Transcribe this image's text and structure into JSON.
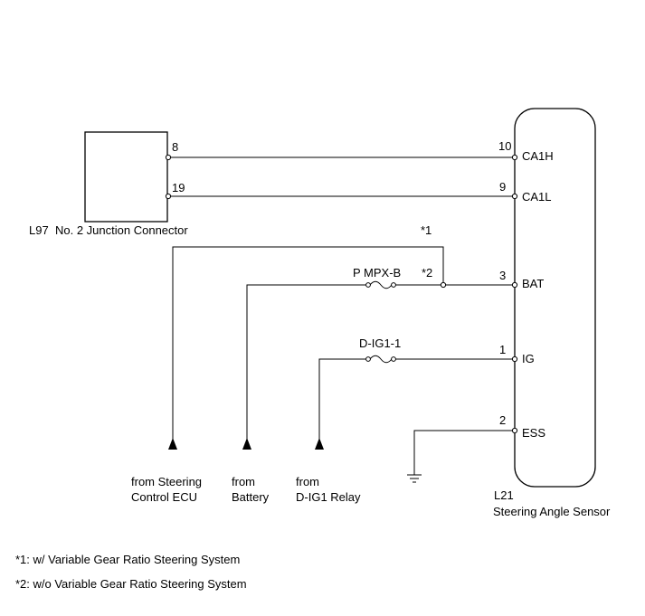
{
  "junction": {
    "code": "L97",
    "name": "No. 2 Junction Connector",
    "pins": [
      "8",
      "19"
    ]
  },
  "sensor": {
    "code": "L21",
    "name": "Steering Angle Sensor",
    "terminals": [
      {
        "pin": "10",
        "label": "CA1H"
      },
      {
        "pin": "9",
        "label": "CA1L"
      },
      {
        "pin": "3",
        "label": "BAT"
      },
      {
        "pin": "1",
        "label": "IG"
      },
      {
        "pin": "2",
        "label": "ESS"
      }
    ]
  },
  "fuses": {
    "pmpx": "P MPX-B",
    "dig1": "D-IG1-1"
  },
  "marks": {
    "m1": "*1",
    "m2": "*2"
  },
  "sources": [
    {
      "line1": "from Steering",
      "line2": "Control ECU"
    },
    {
      "line1": "from",
      "line2": "Battery"
    },
    {
      "line1": "from",
      "line2": "D-IG1 Relay"
    }
  ],
  "notes": [
    "*1: w/ Variable Gear Ratio Steering System",
    "*2: w/o Variable Gear Ratio Steering System"
  ]
}
